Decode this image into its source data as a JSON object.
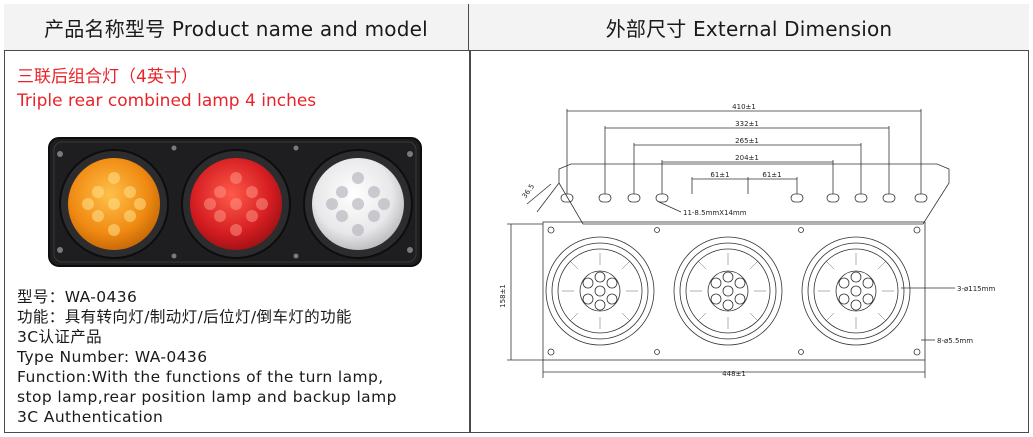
{
  "header": {
    "left_title": "产品名称型号 Product name and model",
    "right_title": "外部尺寸 External Dimension"
  },
  "product": {
    "name_cn": "三联后组合灯（4英寸）",
    "name_en": "Triple rear combined lamp 4 inches",
    "lamp_colors": [
      "#f08a12",
      "#d61e22",
      "#e8e8ea"
    ],
    "info_lines": [
      "型号：WA-0436",
      "功能：具有转向灯/制动灯/后位灯/倒车灯的功能",
      "3C认证产品",
      "Type Number: WA-0436",
      "Function:With the functions of the turn lamp,",
      "stop lamp,rear position lamp and backup lamp",
      "3C Authentication"
    ]
  },
  "drawing": {
    "dims_top": [
      "410±1",
      "332±1",
      "265±1",
      "204±1",
      "61±1",
      "61±1"
    ],
    "angle_label": "36.5",
    "slot_label": "11-8.5mmX14mm",
    "height_label": "158±1",
    "lamp_label": "3-ø115mm",
    "hole_label": "8-ø5.5mm",
    "width_label": "448±1"
  }
}
